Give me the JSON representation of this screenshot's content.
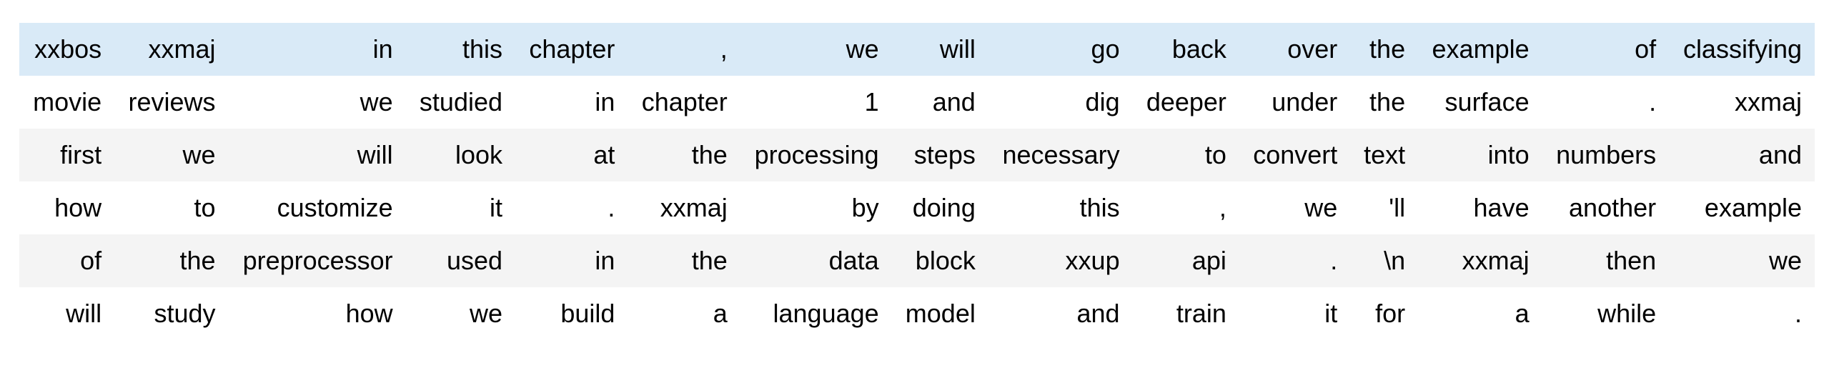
{
  "table": {
    "description": "tokenized-text-dataframe",
    "row_count": 6,
    "col_count": 15,
    "rows": [
      [
        "xxbos",
        "xxmaj",
        "in",
        "this",
        "chapter",
        ",",
        "we",
        "will",
        "go",
        "back",
        "over",
        "the",
        "example",
        "of",
        "classifying"
      ],
      [
        "movie",
        "reviews",
        "we",
        "studied",
        "in",
        "chapter",
        "1",
        "and",
        "dig",
        "deeper",
        "under",
        "the",
        "surface",
        ".",
        "xxmaj"
      ],
      [
        "first",
        "we",
        "will",
        "look",
        "at",
        "the",
        "processing",
        "steps",
        "necessary",
        "to",
        "convert",
        "text",
        "into",
        "numbers",
        "and"
      ],
      [
        "how",
        "to",
        "customize",
        "it",
        ".",
        "xxmaj",
        "by",
        "doing",
        "this",
        ",",
        "we",
        "'ll",
        "have",
        "another",
        "example"
      ],
      [
        "of",
        "the",
        "preprocessor",
        "used",
        "in",
        "the",
        "data",
        "block",
        "xxup",
        "api",
        ".",
        "\\n",
        "xxmaj",
        "then",
        "we"
      ],
      [
        "will",
        "study",
        "how",
        "we",
        "build",
        "a",
        "language",
        "model",
        "and",
        "train",
        "it",
        "for",
        "a",
        "while",
        "."
      ]
    ],
    "highlight_row_index": 0,
    "stripe_row_indices": [
      2,
      4
    ],
    "colors": {
      "highlight_bg": "#d9eaf7",
      "stripe_bg": "#f4f4f4",
      "row_bg": "#ffffff",
      "text": "#000000",
      "page_bg": "#ffffff"
    }
  }
}
